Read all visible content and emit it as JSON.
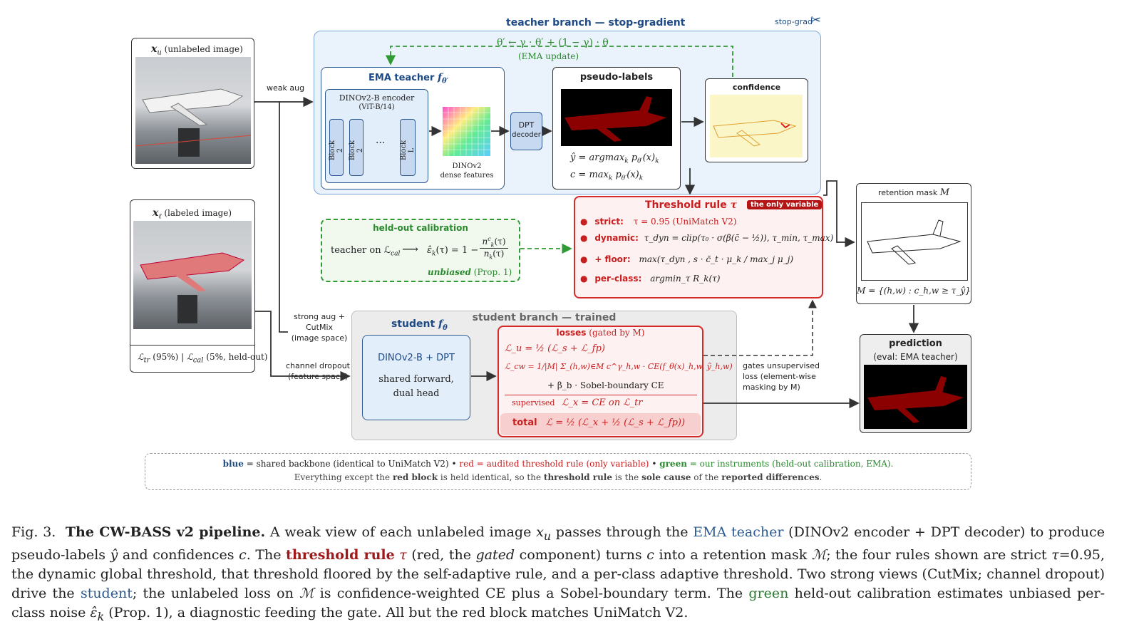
{
  "teacher_branch": {
    "title": "teacher branch — stop-gradient",
    "stop_grad": "stop-grad",
    "ema_formula": "θ′ ← γ · θ′ + (1 − γ) · θ",
    "ema_update": "(EMA update)",
    "ema_teacher_title": "EMA teacher",
    "ema_teacher_sym": "f",
    "ema_teacher_sub": "θ′",
    "encoder_title": "DINOv2-B encoder",
    "encoder_sub": "(ViT-B/14)",
    "block1": "Block 2",
    "block2": "Block 2",
    "block_dots": "···",
    "block3": "Block L",
    "dense_label1": "DINOv2",
    "dense_label2": "dense features",
    "dpt1": "DPT",
    "dpt2": "decoder",
    "pseudo_title": "pseudo-labels",
    "pseudo_eq1": "ŷ = argmax",
    "pseudo_eq1_sub": "k",
    "pseudo_eq1_rest": "p",
    "pseudo_eq1_rest_sub": "θ′",
    "pseudo_eq1_tail": "(x)",
    "pseudo_eq1_tail_sub": "k",
    "pseudo_eq2": "c = max",
    "pseudo_eq2_sub": "k",
    "pseudo_eq2_rest": "p",
    "pseudo_eq2_rest_sub": "θ′",
    "pseudo_eq2_tail": "(x)",
    "pseudo_eq2_tail_sub": "k",
    "confidence_title": "confidence"
  },
  "inputs": {
    "unlabeled_sym": "x",
    "unlabeled_sub": "u",
    "unlabeled_text": "(unlabeled image)",
    "weak_aug": "weak aug",
    "labeled_sym": "x",
    "labeled_sub": "ℓ",
    "labeled_text": "(labeled image)",
    "split_text": "ℒ",
    "split_a_sub": "tr",
    "split_a_pct": "(95%) |",
    "split_b": "ℒ",
    "split_b_sub": "cal",
    "split_b_pct": "(5%, held-out)",
    "strong_aug1": "strong aug +",
    "strong_aug2": "CutMix",
    "strong_aug3": "(image space)",
    "dropout1": "channel dropout",
    "dropout2": "(feature space)"
  },
  "calibration": {
    "title": "held-out calibration",
    "lhs": "teacher on ℒ",
    "lhs_sub": "cal",
    "eq": "ε̂",
    "eq_sub": "k",
    "eq_mid": "(τ) = 1 −",
    "num": "n",
    "num_sup": "c",
    "num_sub": "k",
    "num_tail": "(τ)",
    "den": "n",
    "den_sub": "k",
    "den_tail": "(τ)",
    "unbiased": "unbiased",
    "prop": "(Prop. 1)"
  },
  "threshold": {
    "title": "Threshold rule",
    "tau": "τ",
    "badge": "the only variable",
    "rules": [
      {
        "name": "strict:",
        "body": "τ = 0.95 (UniMatch V2)"
      },
      {
        "name": "dynamic:",
        "body": "τ_dyn = clip(τ₀ · σ(β(c̄ − ½)), τ_min, τ_max)"
      },
      {
        "name": "+ floor:",
        "body": "max(τ_dyn , s · c̄_t · μ_k / max_j μ_j)"
      },
      {
        "name": "per-class:",
        "body": "argmin_τ  R_k(τ)"
      }
    ]
  },
  "retention": {
    "title": "retention mask",
    "sym": "M",
    "eq": "M = {(h,w) : c_h,w ≥ τ_ŷ}"
  },
  "prediction": {
    "title": "prediction",
    "sub": "(eval: EMA teacher)"
  },
  "student_branch": {
    "title": "student branch — trained",
    "student_title": "student",
    "student_sym": "f",
    "student_sub": "θ",
    "backbone1": "DINOv2-B + DPT",
    "backbone2": "shared forward,",
    "backbone3": "dual head",
    "losses_title": "losses",
    "losses_gated": "(gated by M)",
    "lu": "ℒ_u  =  ½ (ℒ_s + ℒ_fp)",
    "lcw1": "ℒ_cw  =  1/|M| Σ_(h,w)∈M  c^γ_h,w · CE(f_θ(x)_h,w, ŷ_h,w)",
    "lcw2": "+ β_b · Sobel-boundary CE",
    "supervised_label": "supervised",
    "supervised_eq": "ℒ_x = CE on ℒ_tr",
    "total_label": "total",
    "total_eq": "ℒ = ½ (ℒ_x + ½ (ℒ_s + ℒ_fp))",
    "gates1": "gates unsupervised",
    "gates2": "loss (element-wise",
    "gates3": "masking by M)"
  },
  "legend": {
    "blue_word": "blue",
    "blue_text": "= shared backbone (identical to UniMatch V2)",
    "sep1": "•",
    "red_text": "red = audited threshold rule (only variable)",
    "sep2": "•",
    "green_word": "green",
    "green_text": "= our instruments (held-out calibration, EMA).",
    "line2_a": "Everything except the",
    "line2_b": "red block",
    "line2_c": "is held identical, so the",
    "line2_d": "threshold rule",
    "line2_e": "is the",
    "line2_f": "sole cause",
    "line2_g": "of the",
    "line2_h": "reported differences",
    "line2_i": "."
  },
  "caption": {
    "fig": "Fig. 3.",
    "title": "The CW-BASS v2 pipeline.",
    "t1": " A weak view of each unlabeled image ",
    "t2": " passes through the ",
    "ema": "EMA teacher",
    "t3": " (DINOv2 encoder + DPT decoder) to produce pseudo-labels ",
    "t4": " and confidences ",
    "t5": ". The ",
    "thr": "threshold rule",
    "t6": " (red, the ",
    "gated": "gated",
    "t7": " component) turns ",
    "t8": " into a retention mask ",
    "t9": "; the four rules shown are strict ",
    "t10": "=0.95, the dynamic global threshold, that threshold floored by the self-adaptive rule, and a per-class adaptive threshold. Two strong views (CutMix; channel dropout) drive the ",
    "student": "student",
    "t11": "; the unlabeled loss on ",
    "t12": " is confidence-weighted CE plus a Sobel-boundary term. The ",
    "green": "green",
    "t13": " held-out calibration estimates unbiased per-class noise ",
    "t14": " (Prop. 1), a diagnostic feeding the gate. All but the red block matches UniMatch V2."
  },
  "colors": {
    "blue": "#1d4a86",
    "red": "#c81e1e",
    "green": "#2a8a2e",
    "teacher_bg": "#eaf2fb"
  }
}
